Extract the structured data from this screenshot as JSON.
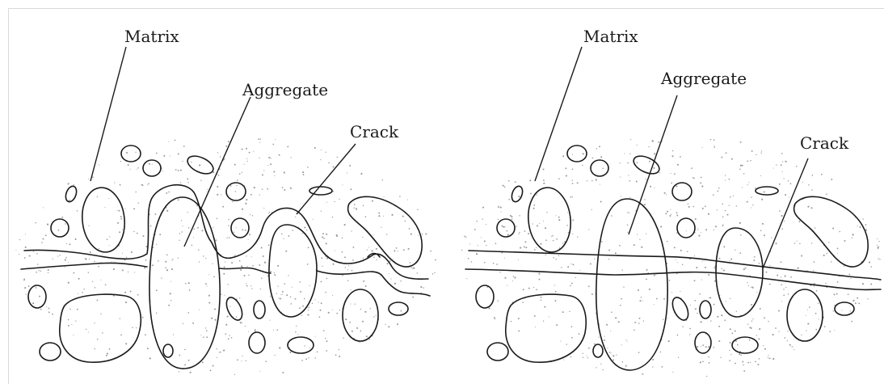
{
  "panels": [
    {
      "id": "left",
      "labels": {
        "matrix": "Matrix",
        "aggregate": "Aggregate",
        "crack": "Crack"
      }
    },
    {
      "id": "right",
      "labels": {
        "matrix": "Matrix",
        "aggregate": "Aggregate",
        "crack": "Crack"
      }
    }
  ],
  "colors": {
    "ink": "#1a1a1a",
    "speckle": "#9a9a9a",
    "background": "#ffffff"
  }
}
